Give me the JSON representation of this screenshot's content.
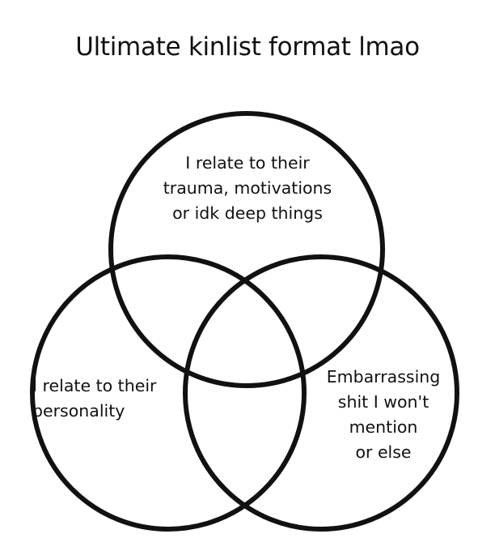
{
  "title": "Ultimate kinlist format lmao",
  "circles": {
    "top": {
      "lines": [
        "I relate to their",
        "trauma, motivations",
        "or idk deep things"
      ]
    },
    "left": {
      "lines": [
        "I relate to their",
        "personality"
      ]
    },
    "right": {
      "lines": [
        "Embarrassing",
        "shit I won't",
        "mention",
        "or else"
      ]
    }
  },
  "colors": {
    "stroke": "#111111",
    "background": "#ffffff"
  }
}
